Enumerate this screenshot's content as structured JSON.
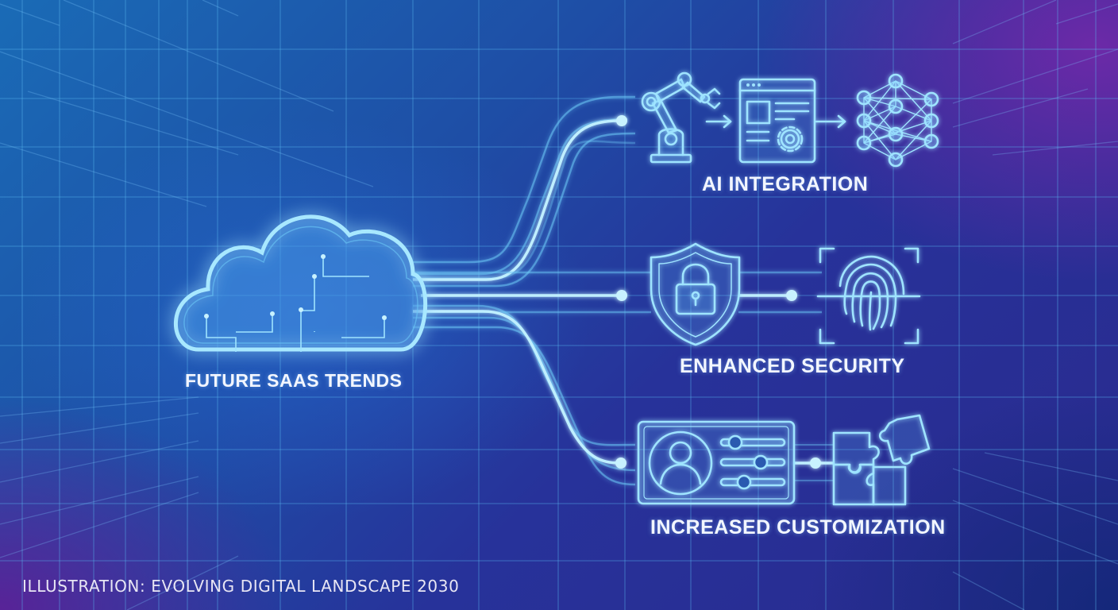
{
  "diagram": {
    "center_node": {
      "label": "FUTURE SAAS TRENDS",
      "icon": "cloud-circuit-icon"
    },
    "branches": [
      {
        "label": "AI INTEGRATION",
        "icons": [
          "robot-arm-icon",
          "arrow-right-icon",
          "app-window-gear-icon",
          "arrow-right-icon",
          "neural-network-icon"
        ]
      },
      {
        "label": "ENHANCED SECURITY",
        "icons": [
          "shield-lock-icon",
          "fingerprint-scan-icon"
        ]
      },
      {
        "label": "INCREASED CUSTOMIZATION",
        "icons": [
          "user-profile-sliders-icon",
          "puzzle-pieces-icon"
        ]
      }
    ],
    "caption": "ILLUSTRATION: EVOLVING DIGITAL LANDSCAPE 2030"
  },
  "colors": {
    "glow": "#9fe4ff",
    "line": "#6cc8f5",
    "bg_blue": "#1a6bb6",
    "bg_navy": "#27329a",
    "bg_purple": "#5a1f8a",
    "text": "#f2f6ff"
  }
}
